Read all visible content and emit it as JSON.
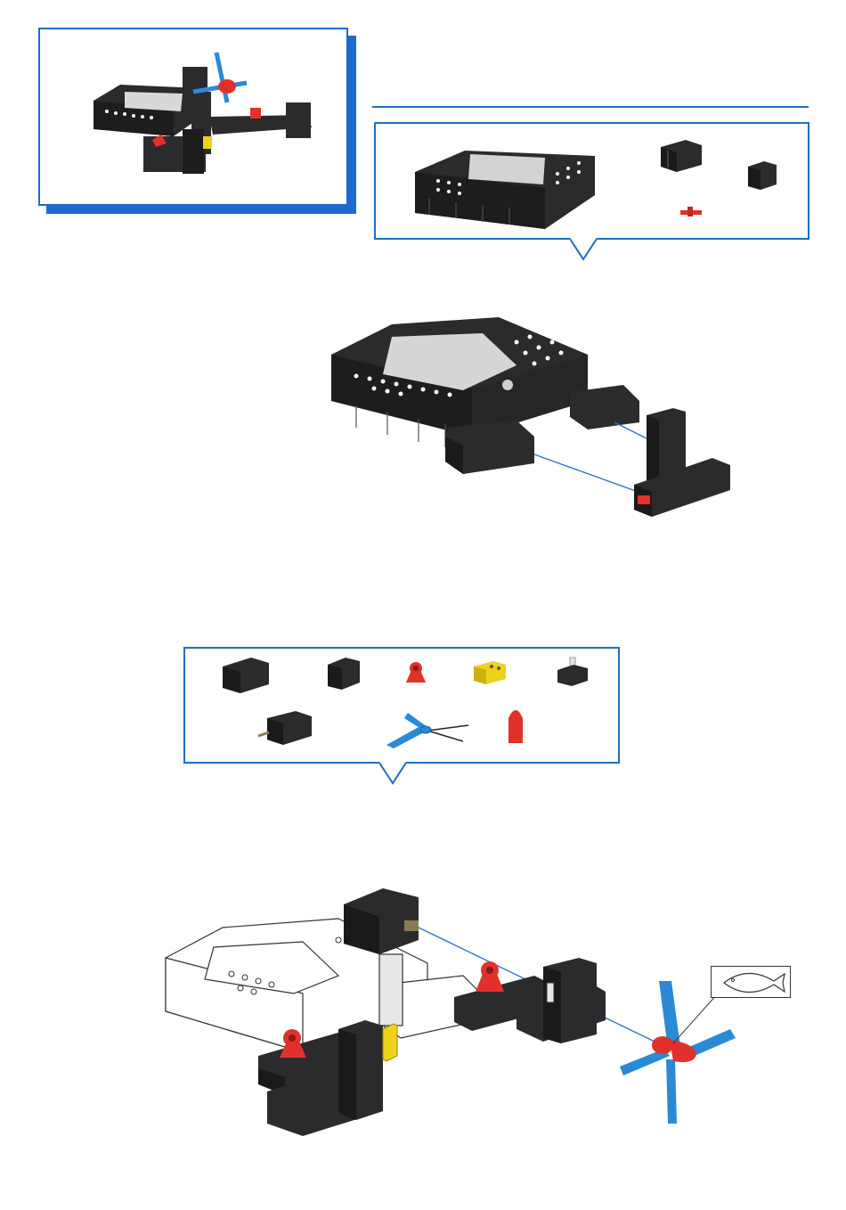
{
  "document": {
    "type": "assembly-instructions-page"
  },
  "colors": {
    "accent_blue": "#1f6fc0",
    "shadow_blue": "#1e6bd0",
    "part_black": "#2b2b2d",
    "part_dark": "#1a1a1b",
    "part_red": "#e0322a",
    "part_yellow": "#f0d21c",
    "propeller_blue": "#2a8ad6",
    "guide_line": "#2f76c4"
  },
  "preview": {
    "icon": "finished-model-preview"
  },
  "step1": {
    "parts": [
      {
        "name": "controller",
        "icon": "controller-part-icon"
      },
      {
        "name": "building-block-30",
        "icon": "block-30-icon"
      },
      {
        "name": "building-block-15",
        "icon": "block-15-icon"
      },
      {
        "name": "red-connector",
        "icon": "red-connector-icon"
      }
    ]
  },
  "step2": {
    "parts": [
      {
        "name": "building-block-30",
        "icon": "block-30-icon"
      },
      {
        "name": "building-block-15",
        "icon": "block-15-icon"
      },
      {
        "name": "red-angle-block",
        "icon": "red-angle-block-icon"
      },
      {
        "name": "yellow-led",
        "icon": "yellow-led-icon"
      },
      {
        "name": "phototransistor",
        "icon": "phototransistor-icon"
      },
      {
        "name": "motor",
        "icon": "motor-icon"
      },
      {
        "name": "propeller",
        "icon": "propeller-icon"
      },
      {
        "name": "red-hub-nut",
        "icon": "red-hub-nut-icon"
      }
    ],
    "callout_icon": "fish-icon"
  }
}
